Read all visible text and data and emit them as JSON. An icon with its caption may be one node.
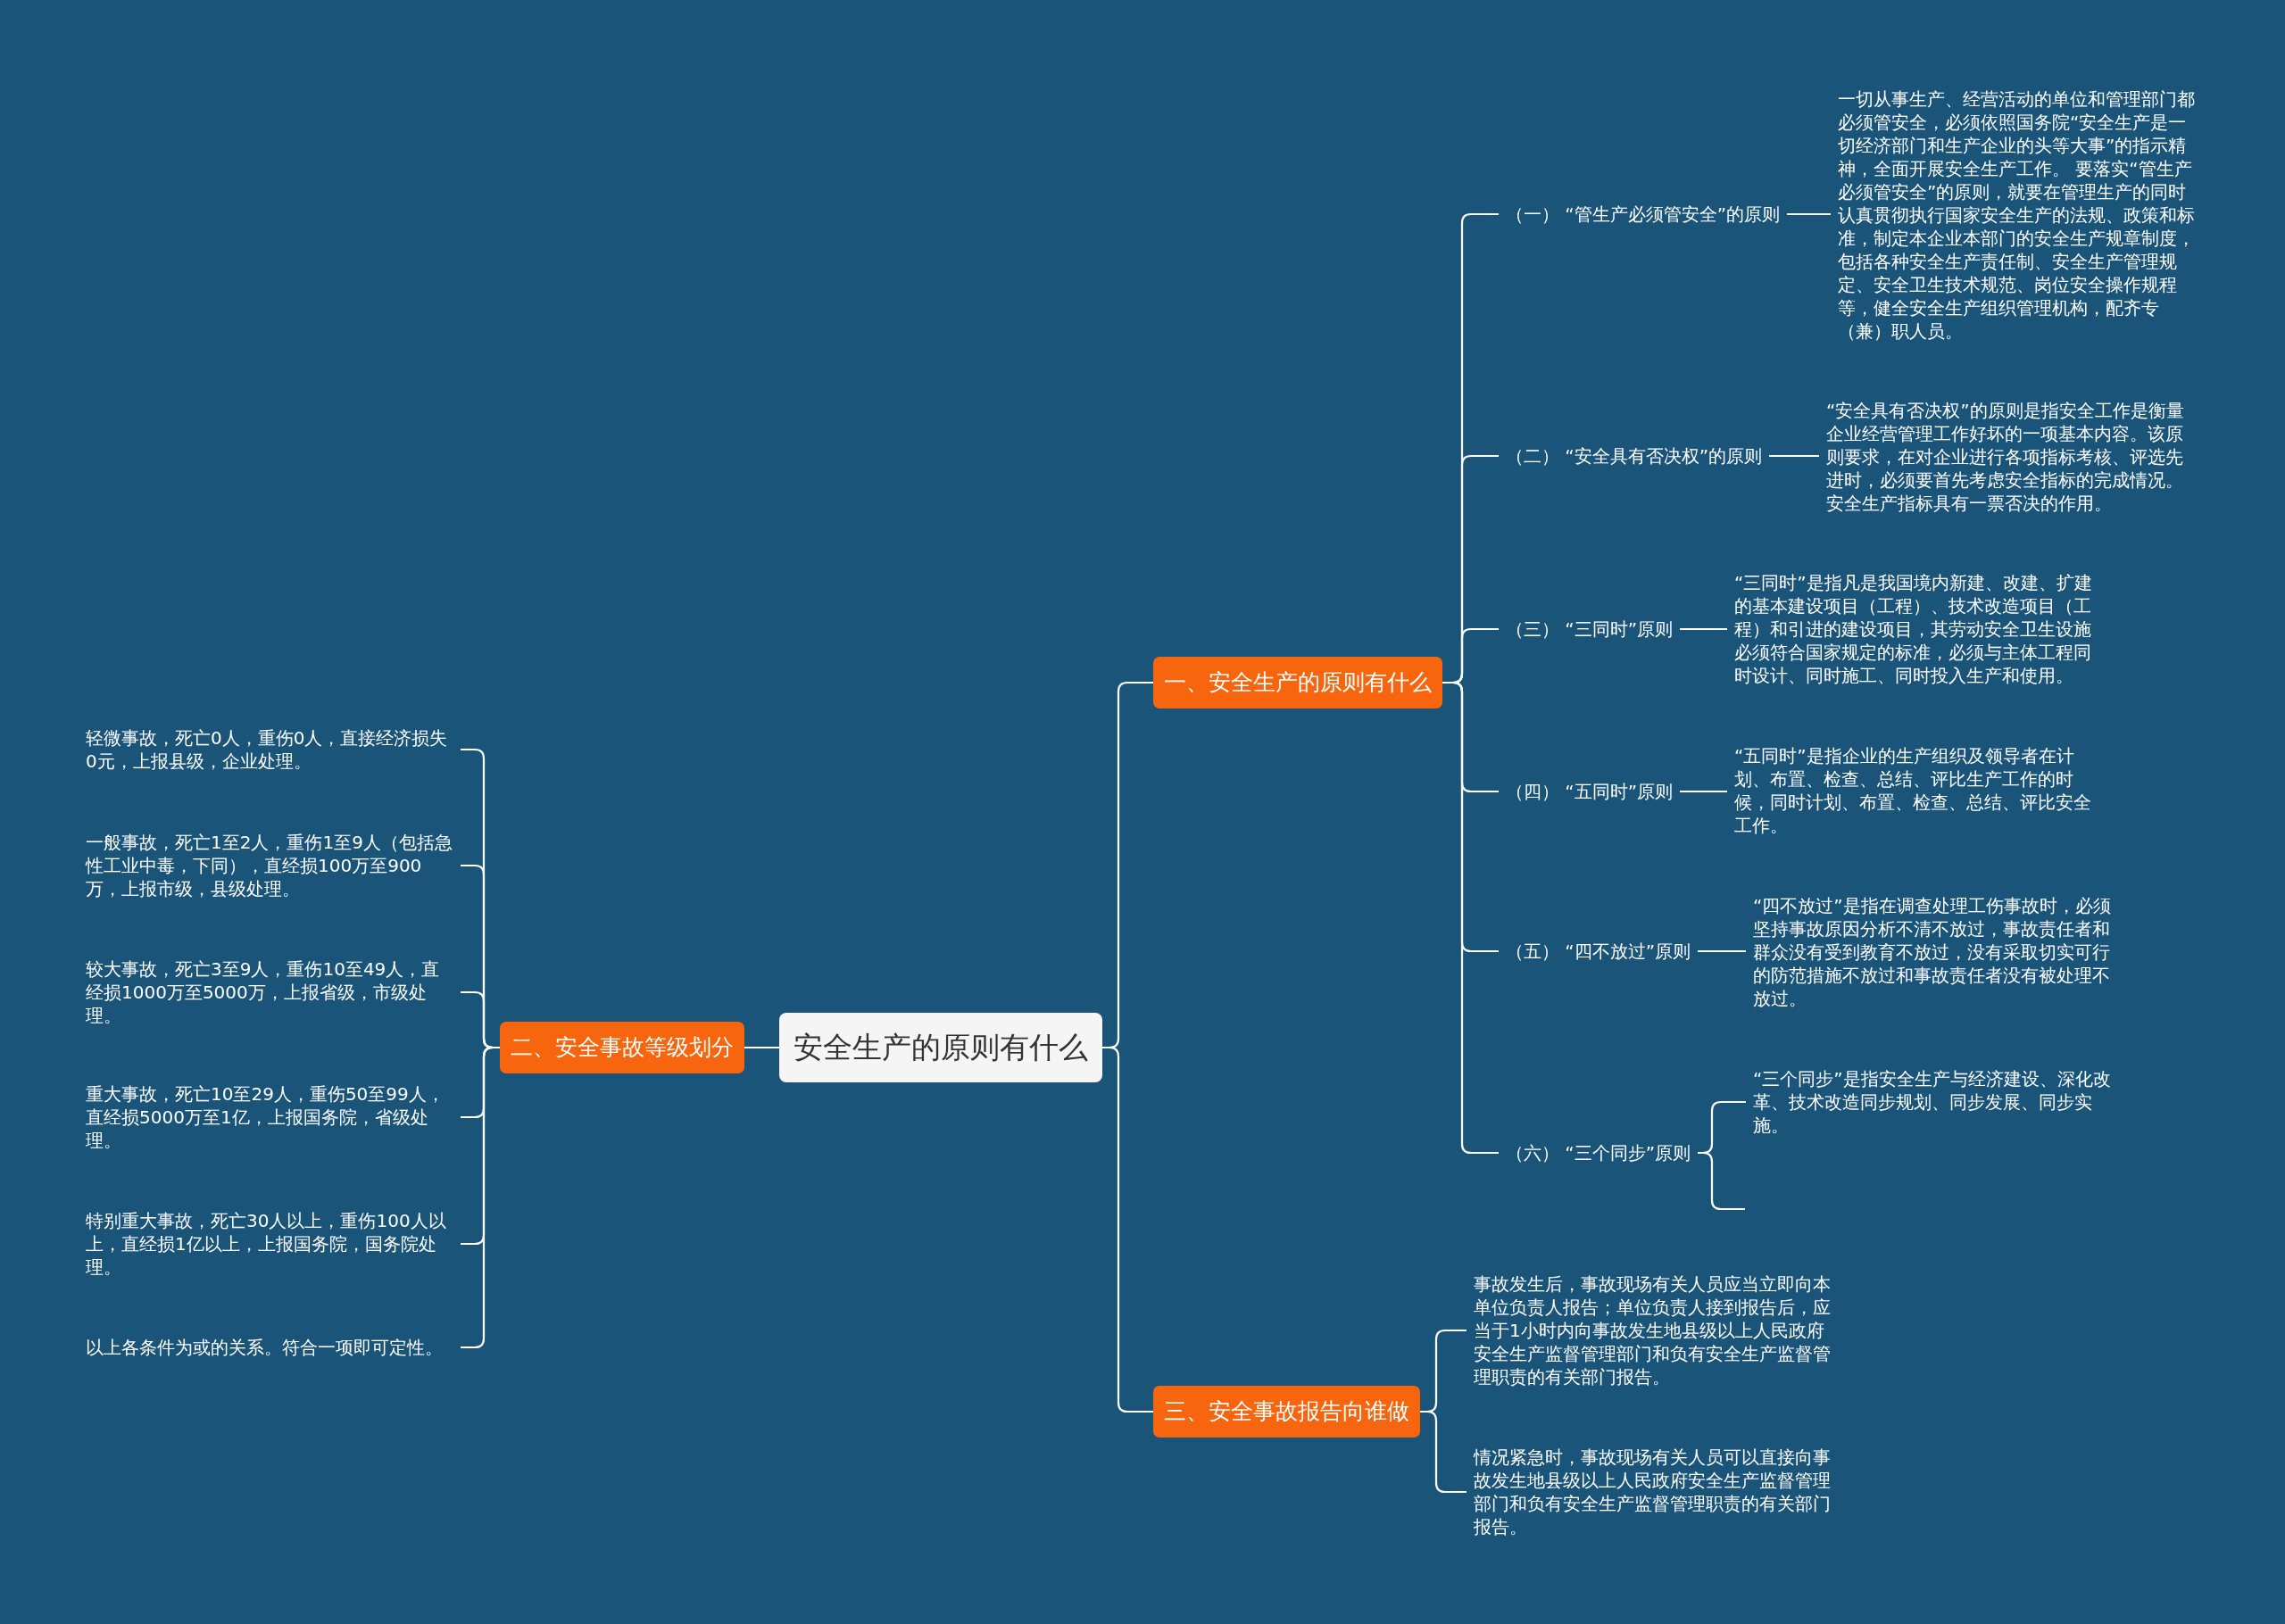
{
  "diagram": {
    "nodes": [
      {
        "text": [
          "安全生产的原则有什么"
        ]
      },
      {
        "text": [
          "一、安全生产的原则有什么"
        ]
      },
      {
        "text": [
          "（一） “管生产必须管安全”的原则"
        ]
      },
      {
        "text": [
          "一切从事生产、经营活动的单位和管理部门都必须管安全，必须依照国务院“安全生产是一切经济部门和生产企业的头等大事”的指示精神，全面开展安全生产工作。 要落实“管生产必须管安全”的原则，就要在管理生产的同时认真贯彻执行国家安全生产的法规、政策和标准，制定本企业本部门的安全生产规章制度，包括各种安全生产责任制、安全生产管理规定、安全卫生技术规范、岗位安全操作规程等，健全安全生产组织管理机构，配齐专（兼）职人员。"
        ]
      },
      {
        "text": [
          "（二） “安全具有否决权”的原则"
        ]
      },
      {
        "text": [
          "“安全具有否决权”的原则是指安全工作是衡量企业经营管理工作好坏的一项基本内容。该原则要求，在对企业进行各项指标考核、评选先进时，必须要首先考虑安全指标的完成情况。安全生产指标具有一票否决的作用。"
        ]
      },
      {
        "text": [
          "（三） “三同时”原则"
        ]
      },
      {
        "text": [
          "“三同时”是指凡是我国境内新建、改建、扩建的基本建设项目（工程）、技术改造项目（工程）和引进的建设项目，其劳动安全卫生设施必须符合国家规定的标准，必须与主体工程同时设计、同时施工、同时投入生产和使用。"
        ]
      },
      {
        "text": [
          "（四） “五同时”原则"
        ]
      },
      {
        "text": [
          "“五同时”是指企业的生产组织及领导者在计划、布置、检查、总结、评比生产工作的时候，同时计划、布置、检查、总结、评比安全工作。"
        ]
      },
      {
        "text": [
          "（五） “四不放过”原则"
        ]
      },
      {
        "text": [
          "“四不放过”是指在调查处理工伤事故时，必须坚持事故原因分析不清不放过，事故责任者和群众没有受到教育不放过，没有采取切实可行的防范措施不放过和事故责任者没有被处理不放过。"
        ]
      },
      {
        "text": [
          "（六） “三个同步”原则"
        ]
      },
      {
        "text": [
          "“三个同步”是指安全生产与经济建设、深化改革、技术改造同步规划、同步发展、同步实施。"
        ]
      },
      {
        "text": [
          "三、安全事故报告向谁做"
        ]
      },
      {
        "text": [
          "事故发生后，事故现场有关人员应当立即向本单位负责人报告；单位负责人接到报告后，应当于1小时内向事故发生地县级以上人民政府安全生产监督管理部门和负有安全生产监督管理职责的有关部门报告。"
        ]
      },
      {
        "text": [
          "情况紧急时，事故现场有关人员可以直接向事故发生地县级以上人民政府安全生产监督管理部门和负有安全生产监督管理职责的有关部门报告。"
        ]
      },
      {
        "text": [
          "二、安全事故等级划分"
        ]
      },
      {
        "text": [
          "轻微事故，死亡0人，重伤0人，直接经济损失0元，上报县级，企业处理。"
        ]
      },
      {
        "text": [
          "一般事故，死亡1至2人，重伤1至9人（包括急性工业中毒，下同），直经损100万至900万，上报市级，县级处理。"
        ]
      },
      {
        "text": [
          "较大事故，死亡3至9人，重伤10至49人，直经损1000万至5000万，上报省级，市级处理。"
        ]
      },
      {
        "text": [
          "重大事故，死亡10至29人，重伤50至99人，直经损5000万至1亿，上报国务院，省级处理。"
        ]
      },
      {
        "text": [
          "特别重大事故，死亡30人以上，重伤100人以上，直经损1亿以上，上报国务院，国务院处理。"
        ]
      },
      {
        "text": [
          "以上各条件为或的关系。符合一项即可定性。"
        ]
      }
    ],
    "edges": [
      {
        "from": 0,
        "to": 1,
        "arrow": "none"
      },
      {
        "from": 1,
        "to": 2,
        "arrow": "none"
      },
      {
        "from": 2,
        "to": 3,
        "arrow": "none"
      },
      {
        "from": 1,
        "to": 4,
        "arrow": "none"
      },
      {
        "from": 4,
        "to": 5,
        "arrow": "none"
      },
      {
        "from": 1,
        "to": 6,
        "arrow": "none"
      },
      {
        "from": 6,
        "to": 7,
        "arrow": "none"
      },
      {
        "from": 1,
        "to": 8,
        "arrow": "none"
      },
      {
        "from": 8,
        "to": 9,
        "arrow": "none"
      },
      {
        "from": 1,
        "to": 10,
        "arrow": "none"
      },
      {
        "from": 10,
        "to": 11,
        "arrow": "none"
      },
      {
        "from": 1,
        "to": 12,
        "arrow": "none"
      },
      {
        "from": 12,
        "to": 13,
        "arrow": "none"
      },
      {
        "from": 12,
        "to": null,
        "arrow": "none"
      },
      {
        "from": 0,
        "to": 14,
        "arrow": "none"
      },
      {
        "from": 14,
        "to": 15,
        "arrow": "none"
      },
      {
        "from": 14,
        "to": 16,
        "arrow": "none"
      },
      {
        "from": 0,
        "to": 17,
        "arrow": "none"
      },
      {
        "from": 17,
        "to": 18,
        "arrow": "none"
      },
      {
        "from": 17,
        "to": 19,
        "arrow": "none"
      },
      {
        "from": 17,
        "to": 20,
        "arrow": "none"
      },
      {
        "from": 17,
        "to": 21,
        "arrow": "none"
      },
      {
        "from": 17,
        "to": 22,
        "arrow": "none"
      },
      {
        "from": 17,
        "to": 23,
        "arrow": "none"
      }
    ]
  }
}
